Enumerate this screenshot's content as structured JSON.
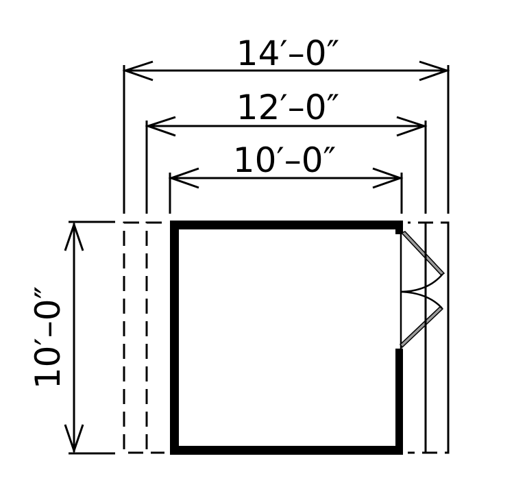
{
  "diagram": {
    "type": "floor-plan",
    "colors": {
      "line": "#000000",
      "background": "#ffffff",
      "door_fill": "#9a9a9a"
    },
    "dimensions": {
      "width_14": {
        "label": "14′–0″",
        "feet": 14
      },
      "width_12": {
        "label": "12′–0″",
        "feet": 12
      },
      "width_10": {
        "label": "10′–0″",
        "feet": 10
      },
      "depth_10": {
        "label": "10′–0″",
        "feet": 10
      }
    },
    "elements": {
      "building": "10x10 footprint (solid wall)",
      "outlines": [
        "12x10 dashed outline",
        "14x10 dashed outline"
      ],
      "door": "double swing door on right wall"
    }
  }
}
